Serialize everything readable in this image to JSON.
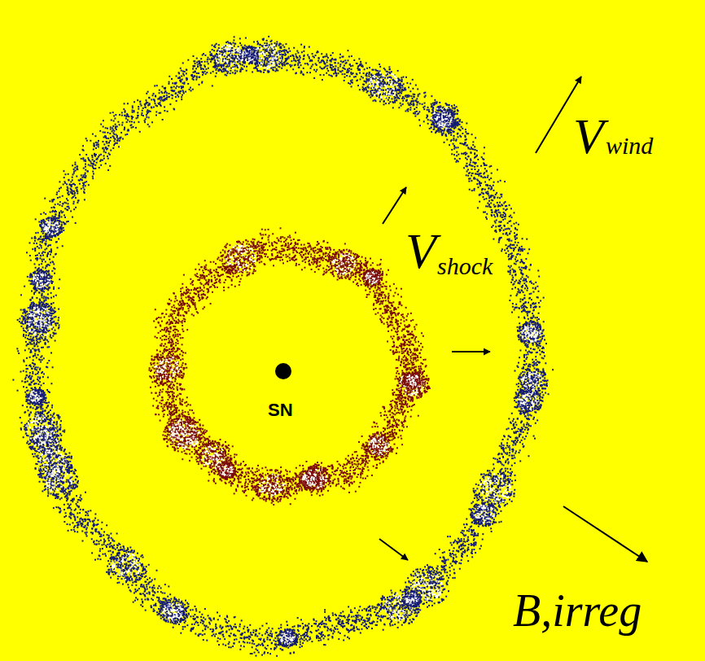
{
  "diagram": {
    "labels": [
      "SN",
      "V",
      "wind",
      "V",
      "shock",
      "B,irreg"
    ]
  }
}
